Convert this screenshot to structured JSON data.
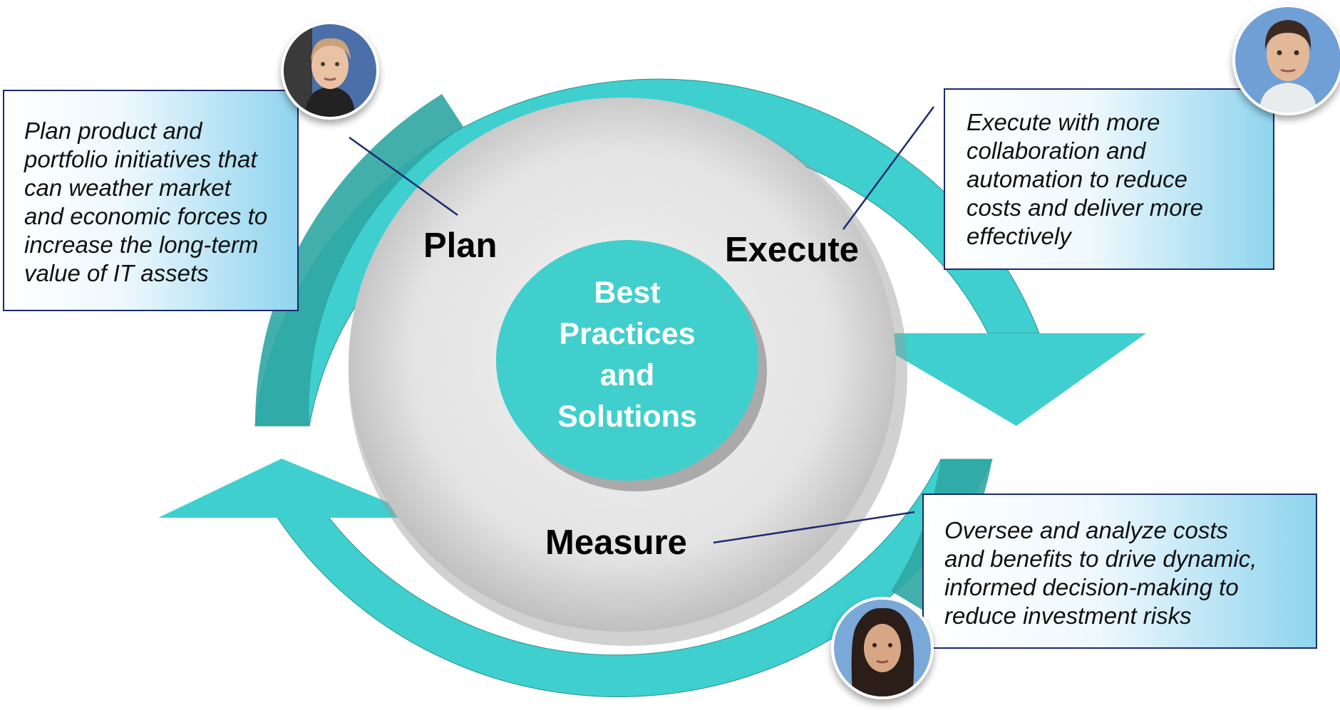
{
  "diagram": {
    "center": {
      "lines": [
        "Best",
        "Practices",
        "and",
        "Solutions"
      ],
      "fill": "#40CFCC"
    },
    "cycle_color": "#3FCFCF",
    "cycle_color_dark": "#2FA6A2",
    "stages": {
      "plan": "Plan",
      "execute": "Execute",
      "measure": "Measure"
    },
    "callouts": {
      "plan": [
        "Plan product and",
        "portfolio initiatives that",
        "can weather market",
        "and economic forces to",
        "increase the long-term",
        "value of IT assets"
      ],
      "execute": [
        "Execute with more",
        "collaboration and",
        "automation to reduce",
        "costs and deliver more",
        "effectively"
      ],
      "measure": [
        "Oversee and analyze costs",
        "and benefits to drive dynamic,",
        "informed decision-making to",
        "reduce investment risks"
      ]
    },
    "avatars": {
      "plan": "woman-portrait-icon",
      "execute": "man-portrait-icon",
      "measure": "woman-portrait-icon"
    }
  }
}
